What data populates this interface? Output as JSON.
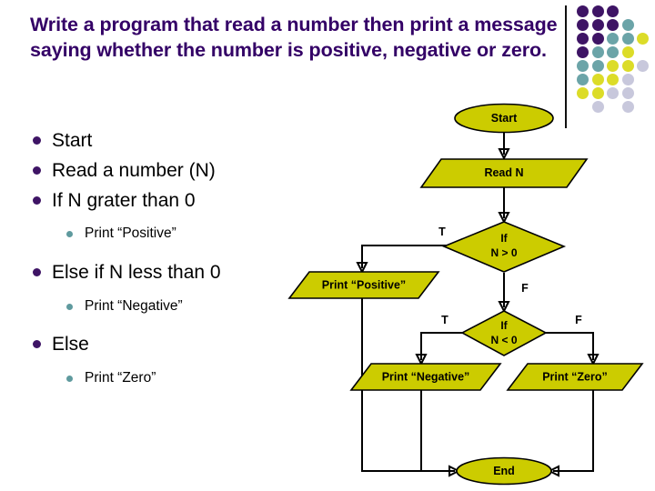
{
  "slide": {
    "title": "Write a program that read a number then print a message saying whether the number is positive, negative or zero.",
    "background_color": "#ffffff",
    "title_color": "#330066"
  },
  "decor": {
    "name": "dot-grid-decoration",
    "rule_color": "#101010",
    "palette": {
      "purple": "#3E1465",
      "teal": "#6BA4A8",
      "yellow": "#DCDC28",
      "lavender": "#C8C8DC"
    },
    "dots": [
      {
        "col": 0,
        "row": 0,
        "color": "#3E1465"
      },
      {
        "col": 1,
        "row": 0,
        "color": "#3E1465"
      },
      {
        "col": 2,
        "row": 0,
        "color": "#3E1465"
      },
      {
        "col": 0,
        "row": 1,
        "color": "#3E1465"
      },
      {
        "col": 1,
        "row": 1,
        "color": "#3E1465"
      },
      {
        "col": 2,
        "row": 1,
        "color": "#3E1465"
      },
      {
        "col": 3,
        "row": 1,
        "color": "#6BA4A8"
      },
      {
        "col": 0,
        "row": 2,
        "color": "#3E1465"
      },
      {
        "col": 1,
        "row": 2,
        "color": "#3E1465"
      },
      {
        "col": 2,
        "row": 2,
        "color": "#6BA4A8"
      },
      {
        "col": 3,
        "row": 2,
        "color": "#6BA4A8"
      },
      {
        "col": 4,
        "row": 2,
        "color": "#DCDC28"
      },
      {
        "col": 0,
        "row": 3,
        "color": "#3E1465"
      },
      {
        "col": 1,
        "row": 3,
        "color": "#6BA4A8"
      },
      {
        "col": 2,
        "row": 3,
        "color": "#6BA4A8"
      },
      {
        "col": 3,
        "row": 3,
        "color": "#DCDC28"
      },
      {
        "col": 0,
        "row": 4,
        "color": "#6BA4A8"
      },
      {
        "col": 1,
        "row": 4,
        "color": "#6BA4A8"
      },
      {
        "col": 2,
        "row": 4,
        "color": "#DCDC28"
      },
      {
        "col": 3,
        "row": 4,
        "color": "#DCDC28"
      },
      {
        "col": 4,
        "row": 4,
        "color": "#C8C8DC"
      },
      {
        "col": 0,
        "row": 5,
        "color": "#6BA4A8"
      },
      {
        "col": 1,
        "row": 5,
        "color": "#DCDC28"
      },
      {
        "col": 2,
        "row": 5,
        "color": "#DCDC28"
      },
      {
        "col": 3,
        "row": 5,
        "color": "#C8C8DC"
      },
      {
        "col": 0,
        "row": 6,
        "color": "#DCDC28"
      },
      {
        "col": 1,
        "row": 6,
        "color": "#DCDC28"
      },
      {
        "col": 2,
        "row": 6,
        "color": "#C8C8DC"
      },
      {
        "col": 3,
        "row": 6,
        "color": "#C8C8DC"
      },
      {
        "col": 1,
        "row": 7,
        "color": "#C8C8DC"
      },
      {
        "col": 3,
        "row": 7,
        "color": "#C8C8DC"
      }
    ]
  },
  "outline": {
    "bullet_color_level1": "#3E1465",
    "bullet_color_level2": "#5F9A9E",
    "items": [
      {
        "level": 1,
        "text": "Start"
      },
      {
        "level": 1,
        "text": "Read a number (N)"
      },
      {
        "level": 1,
        "text": "If N grater than 0"
      },
      {
        "level": 2,
        "text": "Print “Positive”"
      },
      {
        "level": 1,
        "text": "Else if N less than 0"
      },
      {
        "level": 2,
        "text": "Print “Negative”"
      },
      {
        "level": 1,
        "text": "Else"
      },
      {
        "level": 2,
        "text": "Print “Zero”"
      }
    ]
  },
  "flowchart": {
    "fill_color": "#CCCC00",
    "stroke_color": "#000000",
    "nodes": [
      {
        "id": "start",
        "type": "terminator",
        "label": "Start"
      },
      {
        "id": "read-n",
        "type": "input-output",
        "label": "Read N"
      },
      {
        "id": "if-n-gt-0",
        "type": "decision",
        "label_line1": "If",
        "label_line2": "N > 0"
      },
      {
        "id": "print-positive",
        "type": "input-output",
        "label": "Print “Positive”"
      },
      {
        "id": "if-n-lt-0",
        "type": "decision",
        "label_line1": "If",
        "label_line2": "N < 0"
      },
      {
        "id": "print-negative",
        "type": "input-output",
        "label": "Print “Negative”"
      },
      {
        "id": "print-zero",
        "type": "input-output",
        "label": "Print “Zero”"
      },
      {
        "id": "end",
        "type": "terminator",
        "label": "End"
      }
    ],
    "edge_labels": [
      {
        "id": "gt-true",
        "text": "T"
      },
      {
        "id": "gt-false",
        "text": "F"
      },
      {
        "id": "lt-true",
        "text": "T"
      },
      {
        "id": "lt-false",
        "text": "F"
      }
    ]
  }
}
